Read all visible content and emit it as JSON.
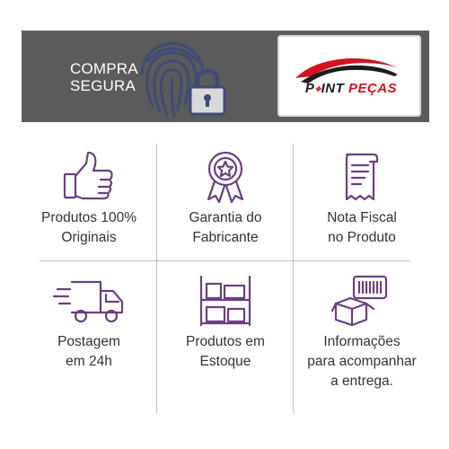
{
  "banner": {
    "secure_line1": "COMPRA",
    "secure_line2": "SEGURA",
    "logo_word1": "P",
    "logo_word1_rest": "INT",
    "logo_word2": "PEÇAS"
  },
  "features": [
    {
      "icon": "thumbs-up-icon",
      "line1": "Produtos 100%",
      "line2": "Originais",
      "line3": ""
    },
    {
      "icon": "award-ribbon-icon",
      "line1": "Garantia do",
      "line2": "Fabricante",
      "line3": ""
    },
    {
      "icon": "receipt-icon",
      "line1": "Nota Fiscal",
      "line2": "no Produto",
      "line3": ""
    },
    {
      "icon": "delivery-truck-icon",
      "line1": "Postagem",
      "line2": "em 24h",
      "line3": ""
    },
    {
      "icon": "warehouse-shelf-icon",
      "line1": "Produtos em",
      "line2": "Estoque",
      "line3": ""
    },
    {
      "icon": "package-barcode-icon",
      "line1": "Informações",
      "line2": "para acompanhar",
      "line3": "a entrega."
    }
  ],
  "colors": {
    "banner_bg": "#5b5b5b",
    "icon_purple": "#6b3f82",
    "logo_red": "#d3141e"
  }
}
